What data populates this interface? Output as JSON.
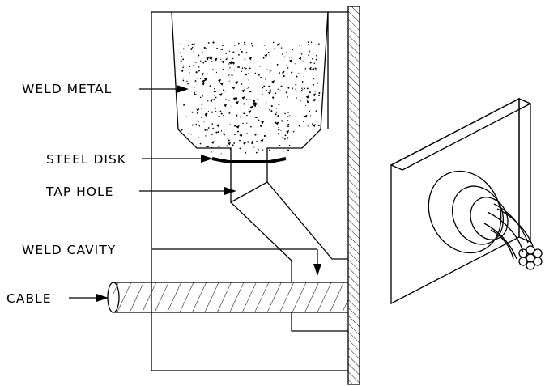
{
  "labels": {
    "weld_metal": "WELD METAL",
    "steel_disk": "STEEL DISK",
    "tap_hole": "TAP HOLE",
    "weld_cavity": "WELD CAVITY",
    "cable": "CABLE"
  },
  "colors": {
    "ink": "#000000",
    "background": "#ffffff"
  }
}
